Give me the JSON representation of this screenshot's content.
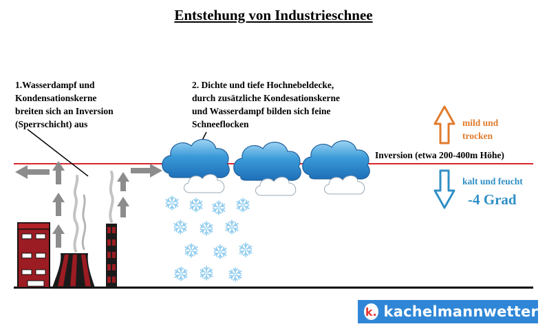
{
  "title": "Entstehung von Industrieschnee",
  "steps": {
    "step1": [
      "1.Wasserdampf und",
      "Kondensationskerne",
      "breiten sich an Inversion",
      "(Sperrschicht) aus"
    ],
    "step2": [
      "2. Dichte und tiefe Hochnebeldecke,",
      "durch zusätzliche Kondesationskerne",
      "und Wasserdampf bilden sich feine",
      "Schneeflocken"
    ]
  },
  "inversion_label": "Inversion (etwa 200-400m Höhe)",
  "above": {
    "label_lines": [
      "mild und",
      "trocken"
    ],
    "color": "#e07b2c"
  },
  "below": {
    "label": "kalt und feucht",
    "temperature": "-4 Grad",
    "color": "#2f8fc6"
  },
  "brand": {
    "logo_letter": "k.",
    "name": "kachelmannwetter",
    "color": "#2f86d6"
  },
  "colors": {
    "inversion_line": "#d9232b",
    "factory": "#9b1c22",
    "arrow_gray": "#8c8c8c",
    "cloud": "#2f8fd0",
    "snowflake": "#9fd3f2"
  }
}
